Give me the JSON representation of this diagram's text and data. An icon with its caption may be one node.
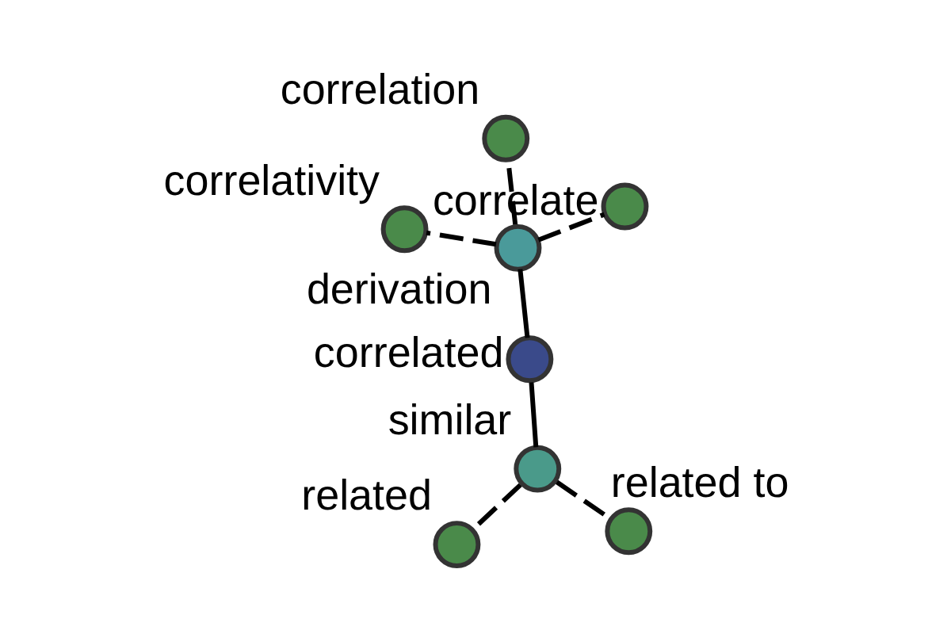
{
  "diagram": {
    "nodes": [
      {
        "text": [],
        "shape": "circle",
        "beside": [
          "correlativity"
        ]
      },
      {
        "text": [],
        "shape": "circle",
        "beside": [
          "correlate"
        ]
      },
      {
        "text": [],
        "shape": "circle",
        "beside": [
          "derivation"
        ]
      },
      {
        "text": [],
        "shape": "circle",
        "beside": [
          "correlation"
        ]
      },
      {
        "text": [],
        "shape": "circle",
        "beside": [
          "correlated"
        ]
      },
      {
        "text": [],
        "shape": "circle",
        "beside": [
          "similar"
        ]
      },
      {
        "text": [],
        "shape": "circle",
        "beside": [
          "related"
        ]
      },
      {
        "text": [],
        "shape": "circle",
        "beside": [
          "related to"
        ]
      }
    ],
    "edges": [
      {
        "from": 4,
        "to": 2,
        "arrow": "none"
      },
      {
        "from": 4,
        "to": 5,
        "arrow": "none"
      },
      {
        "from": 2,
        "to": 0,
        "arrow": "none",
        "style": "dashed"
      },
      {
        "from": 2,
        "to": 1,
        "arrow": "none",
        "style": "dashed"
      },
      {
        "from": 2,
        "to": 3,
        "arrow": "none",
        "style": "dashed"
      },
      {
        "from": 5,
        "to": 6,
        "arrow": "none",
        "style": "dashed"
      },
      {
        "from": 5,
        "to": 7,
        "arrow": "none",
        "style": "dashed"
      }
    ]
  }
}
